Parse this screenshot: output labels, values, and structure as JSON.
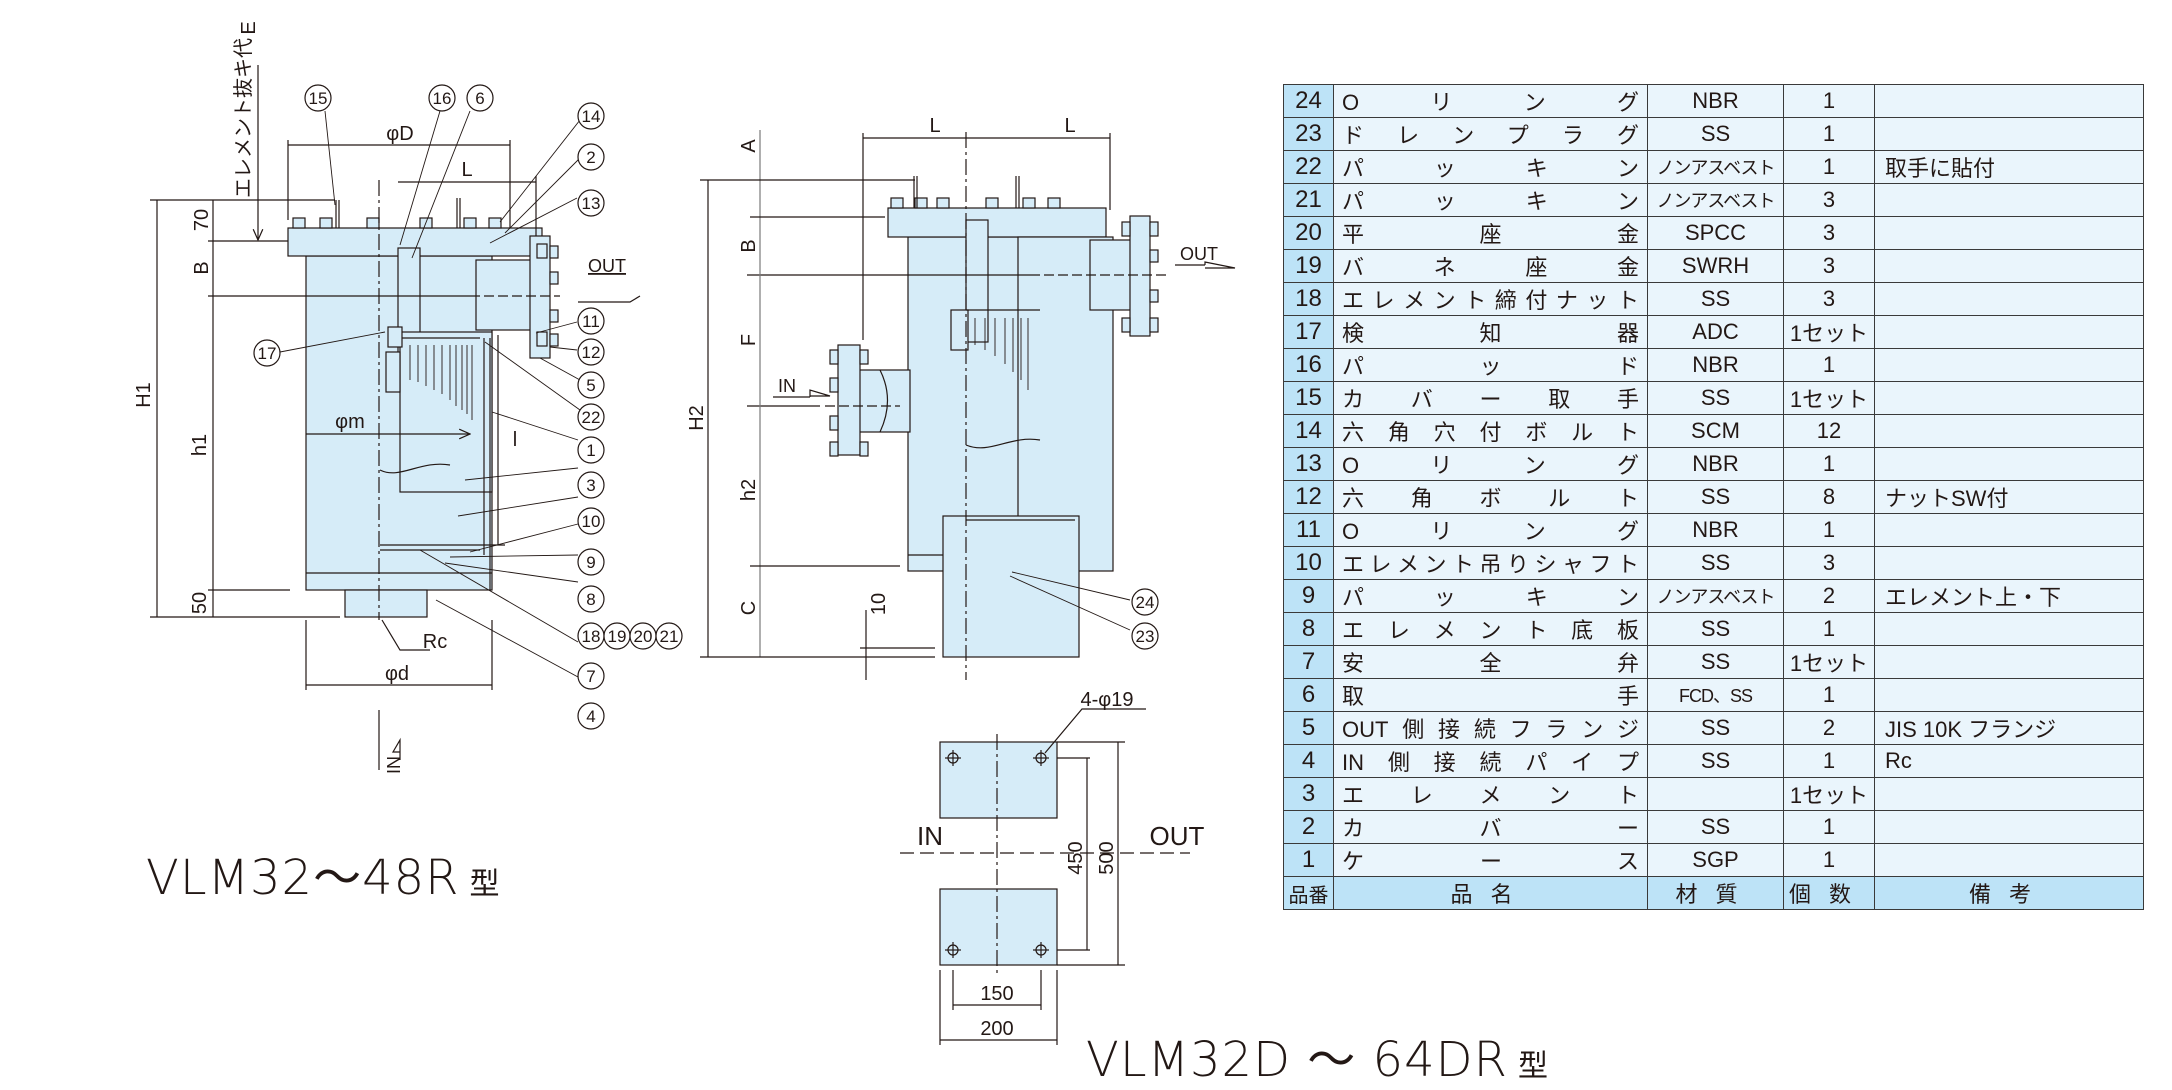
{
  "left_drawing": {
    "model_title": "VLM32～48R",
    "model_suffix": "型",
    "element_removal_label": "エレメント抜キ代",
    "dimensions": {
      "E": "E",
      "phiD": "φD",
      "L": "L",
      "70": "70",
      "B": "B",
      "H1": "H1",
      "h1": "h1",
      "phim": "φm",
      "l": "l",
      "50": "50",
      "Rc": "Rc",
      "phid": "φd"
    },
    "flow_labels": {
      "out": "OUT",
      "in": "IN"
    },
    "callouts": [
      "15",
      "16",
      "6",
      "14",
      "2",
      "13",
      "17",
      "11",
      "12",
      "5",
      "22",
      "1",
      "3",
      "10",
      "9",
      "8",
      "18",
      "19",
      "20",
      "21",
      "7",
      "4"
    ]
  },
  "middle_drawing": {
    "model_title": "VLM32D ～ 64DR",
    "model_suffix": "型",
    "dimensions": {
      "L_left": "L",
      "L_right": "L",
      "A": "A",
      "B": "B",
      "F": "F",
      "H2": "H2",
      "h2": "h2",
      "C": "C",
      "10": "10"
    },
    "flow_labels": {
      "out": "OUT",
      "in": "IN"
    },
    "callouts": [
      "24",
      "23"
    ]
  },
  "base_plan": {
    "hole_label": "4-φ19",
    "flow_in": "IN",
    "flow_out": "OUT",
    "dim_450": "450",
    "dim_500": "500",
    "dim_150": "150",
    "dim_200": "200"
  },
  "colors": {
    "body_fill": "#d6ecf8",
    "table_number_fill": "#bde3f7",
    "table_cell_fill": "#eaf5fc",
    "line": "#231815"
  },
  "parts_table": {
    "headers": {
      "no": "品番",
      "name": "品名",
      "material": "材質",
      "qty": "個数",
      "note": "備考"
    },
    "rows": [
      {
        "no": "24",
        "name": "Oリング",
        "material": "NBR",
        "qty": "1",
        "note": ""
      },
      {
        "no": "23",
        "name": "ドレンプラグ",
        "material": "SS",
        "qty": "1",
        "note": ""
      },
      {
        "no": "22",
        "name": "パッキン",
        "material": "ノンアスベスト",
        "qty": "1",
        "note": "取手に貼付"
      },
      {
        "no": "21",
        "name": "パッキン",
        "material": "ノンアスベスト",
        "qty": "3",
        "note": ""
      },
      {
        "no": "20",
        "name": "平座金",
        "material": "SPCC",
        "qty": "3",
        "note": ""
      },
      {
        "no": "19",
        "name": "バネ座金",
        "material": "SWRH",
        "qty": "3",
        "note": ""
      },
      {
        "no": "18",
        "name": "エレメント締付ナット",
        "material": "SS",
        "qty": "3",
        "note": ""
      },
      {
        "no": "17",
        "name": "検知器",
        "material": "ADC",
        "qty": "1セット",
        "note": ""
      },
      {
        "no": "16",
        "name": "パッド",
        "material": "NBR",
        "qty": "1",
        "note": ""
      },
      {
        "no": "15",
        "name": "カバー取手",
        "material": "SS",
        "qty": "1セット",
        "note": ""
      },
      {
        "no": "14",
        "name": "六角穴付ボルト",
        "material": "SCM",
        "qty": "12",
        "note": ""
      },
      {
        "no": "13",
        "name": "Oリング",
        "material": "NBR",
        "qty": "1",
        "note": ""
      },
      {
        "no": "12",
        "name": "六角ボルト",
        "material": "SS",
        "qty": "8",
        "note": "ナットSW付"
      },
      {
        "no": "11",
        "name": "Oリング",
        "material": "NBR",
        "qty": "1",
        "note": ""
      },
      {
        "no": "10",
        "name": "エレメント吊りシャフト",
        "material": "SS",
        "qty": "3",
        "note": ""
      },
      {
        "no": "9",
        "name": "パッキン",
        "material": "ノンアスベスト",
        "qty": "2",
        "note": "エレメント上・下"
      },
      {
        "no": "8",
        "name": "エレメント底板",
        "material": "SS",
        "qty": "1",
        "note": ""
      },
      {
        "no": "7",
        "name": "安全弁",
        "material": "SS",
        "qty": "1セット",
        "note": ""
      },
      {
        "no": "6",
        "name": "取手",
        "material": "FCD、SS",
        "qty": "1",
        "note": ""
      },
      {
        "no": "5",
        "name": "OUT側接続フランジ",
        "material": "SS",
        "qty": "2",
        "note": "JIS 10K フランジ"
      },
      {
        "no": "4",
        "name": "IN側接続パイプ",
        "material": "SS",
        "qty": "1",
        "note": "Rc"
      },
      {
        "no": "3",
        "name": "エレメント",
        "material": "",
        "qty": "1セット",
        "note": ""
      },
      {
        "no": "2",
        "name": "カバー",
        "material": "SS",
        "qty": "1",
        "note": ""
      },
      {
        "no": "1",
        "name": "ケース",
        "material": "SGP",
        "qty": "1",
        "note": ""
      }
    ]
  }
}
